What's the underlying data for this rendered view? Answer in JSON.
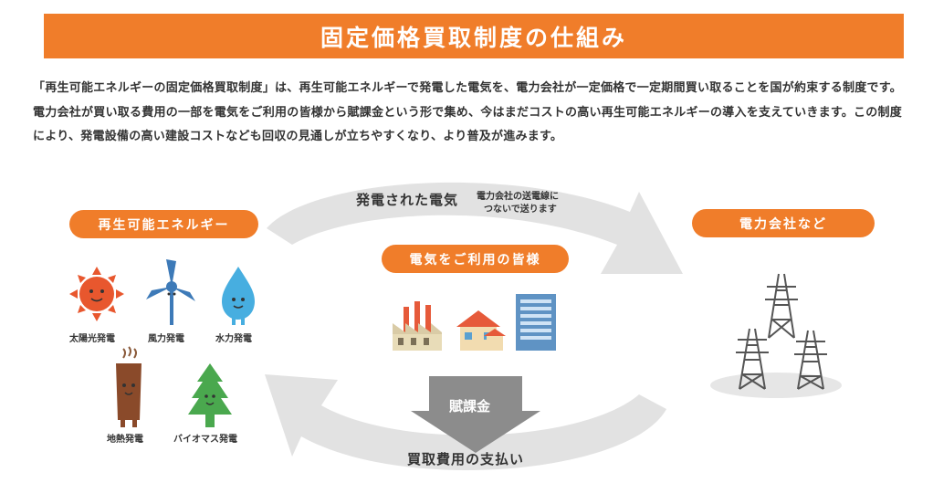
{
  "title": "固定価格買取制度の仕組み",
  "intro": "「再生可能エネルギーの固定価格買取制度」は、再生可能エネルギーで発電した電気を、電力会社が一定価格で一定期間買い取ることを国が約束する制度です。電力会社が買い取る費用の一部を電気をご利用の皆様から賦課金という形で集め、今はまだコストの高い再生可能エネルギーの導入を支えていきます。この制度により、発電設備の高い建設コストなども回収の見通しが立ちやすくなり、より普及が進みます。",
  "left_label": "再生可能エネルギー",
  "right_label": "電力会社など",
  "center_label": "電気をご利用の皆様",
  "top_arrow": {
    "main": "発電された電気",
    "sub_line1": "電力会社の送電線に",
    "sub_line2": "つないで送ります"
  },
  "bottom_arrow": "買取費用の支払い",
  "levy_label": "賦課金",
  "sources": {
    "solar": "太陽光発電",
    "wind": "風力発電",
    "hydro": "水力発電",
    "geothermal": "地熱発電",
    "biomass": "バイオマス発電"
  },
  "colors": {
    "accent": "#f07d2a",
    "arrow_gray": "#e2e2e2",
    "levy_gray": "#8c8c8c"
  }
}
